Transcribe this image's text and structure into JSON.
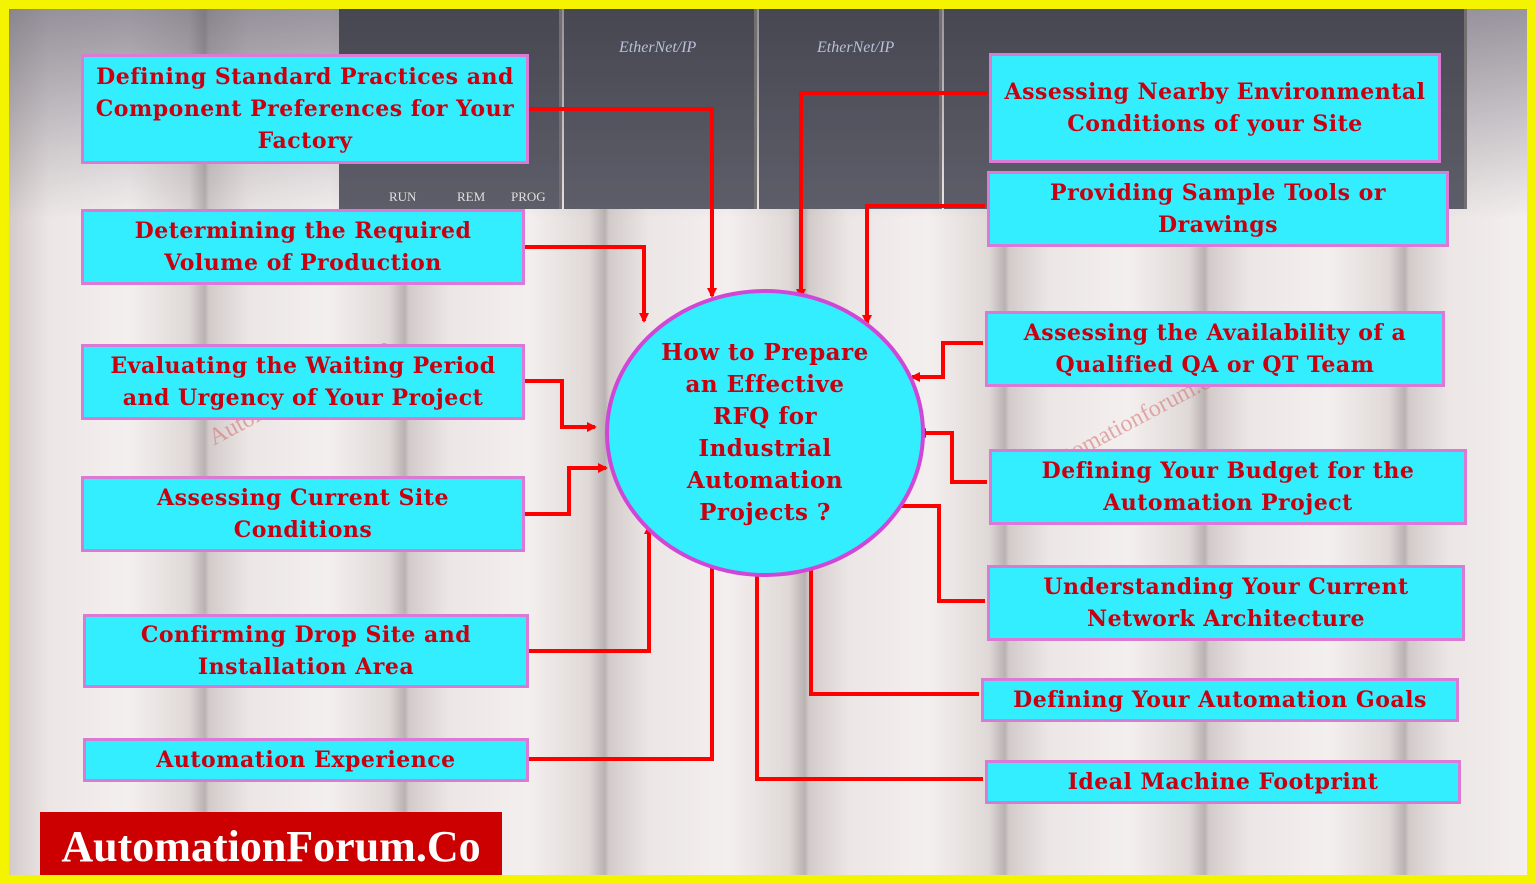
{
  "hub": "How to Prepare an Effective RFQ for Industrial Automation Projects ?",
  "hardware": {
    "ethernet_label_1": "EtherNet/IP",
    "ethernet_label_2": "EtherNet/IP",
    "run": "RUN",
    "rem": "REM",
    "prog": "PROG"
  },
  "left_boxes": [
    "Defining Standard Practices and Component Preferences for Your Factory",
    "Determining the Required Volume of Production",
    "Evaluating the Waiting Period and Urgency of Your Project",
    "Assessing Current Site Conditions",
    "Confirming Drop Site and Installation Area",
    "Automation Experience"
  ],
  "right_boxes": [
    "Assessing Nearby Environmental Conditions of your Site",
    "Providing Sample Tools or Drawings",
    "Assessing the Availability of a Qualified QA or QT Team",
    "Defining Your Budget for the Automation Project",
    "Understanding Your Current Network Architecture",
    "Defining Your Automation Goals",
    "Ideal Machine Footprint"
  ],
  "watermarks": [
    "Automationforum.co",
    "Automationforum.co"
  ],
  "brand": "AutomationForum.Co",
  "colors": {
    "box_fill": "#33eeff",
    "text": "#c80010",
    "arrow": "#ff0000",
    "border": "#f4f400",
    "brand_bg": "#cc0000"
  }
}
